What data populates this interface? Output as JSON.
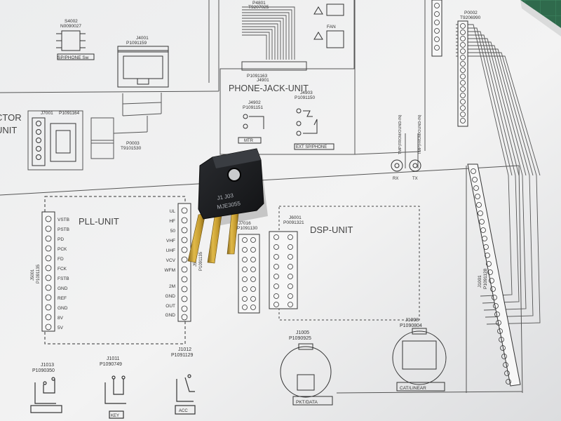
{
  "schematic": {
    "units": {
      "phone_jack": "PHONE-JACK-UNIT",
      "pll": "PLL-UNIT",
      "dsp": "DSP-UNIT",
      "connector_partial": "CTOR",
      "unit_partial": "UNIT"
    },
    "top_labels": {
      "sp_phone_sw": "SP/PHONE Sw",
      "s4002": "S4002",
      "s4002_part": "N0090027",
      "j4001": "J4001",
      "j4001_part": "P1091159",
      "p4801": "P4801",
      "p4801_part": "T9207025",
      "j4901": "J4901",
      "j4901_part": "P1091163",
      "fan": "FAN",
      "p0002": "P0002",
      "p0002_part": "T9206990",
      "j4902": "J4902",
      "j4902_part": "P1091151",
      "j4903": "J4903",
      "j4903_part": "P1091150",
      "mtr": "MTR",
      "ext_sp_phone": "EXT SP/PHONE",
      "j7001": "J7001",
      "j7001_part": "P1091164",
      "p0003": "P0003",
      "p0003_part": "T9101530",
      "rx": "RX",
      "tx": "TX",
      "rx_conn": "TMP(FROM/OUND-IN)",
      "tx_conn": "TMP(FROM/OUND-IN)",
      "j1001": "J1001",
      "j1001_part": "P1091128"
    },
    "pll_left_pins": [
      "VSTB",
      "PSTB",
      "PD",
      "PCK",
      "FD",
      "FCK",
      "FSTB",
      "GND",
      "REF",
      "GND",
      "8V",
      "5V"
    ],
    "pll_right_pins": [
      "UL",
      "HF",
      "50",
      "VHF",
      "UHF",
      "VCV",
      "WFM",
      "2M",
      "GND",
      "OUT",
      "GND"
    ],
    "pll_conn_left": "J5001",
    "pll_conn_left_part": "P1091135",
    "pll_conn_right": "J5002",
    "pll_conn_right_part": "P1091135",
    "j_center": "J7016",
    "j_center_part": "P1091130",
    "j6001": "J6001",
    "j6001_part": "P0091321",
    "bottom_connectors": [
      {
        "id": "J1013",
        "part": "P1090350",
        "caption": ""
      },
      {
        "id": "J1011",
        "part": "P1090749",
        "caption": "KEY"
      },
      {
        "id": "J1012",
        "part": "P1091129",
        "caption": "ACC"
      },
      {
        "id": "J1005",
        "part": "P1090925",
        "caption": "PKT/DATA"
      },
      {
        "id": "J1008",
        "part": "P1090804",
        "caption": "CAT/LINEAR"
      }
    ]
  },
  "component": {
    "marking_line1": "J1 J03",
    "marking_line2": "MJE3055"
  }
}
